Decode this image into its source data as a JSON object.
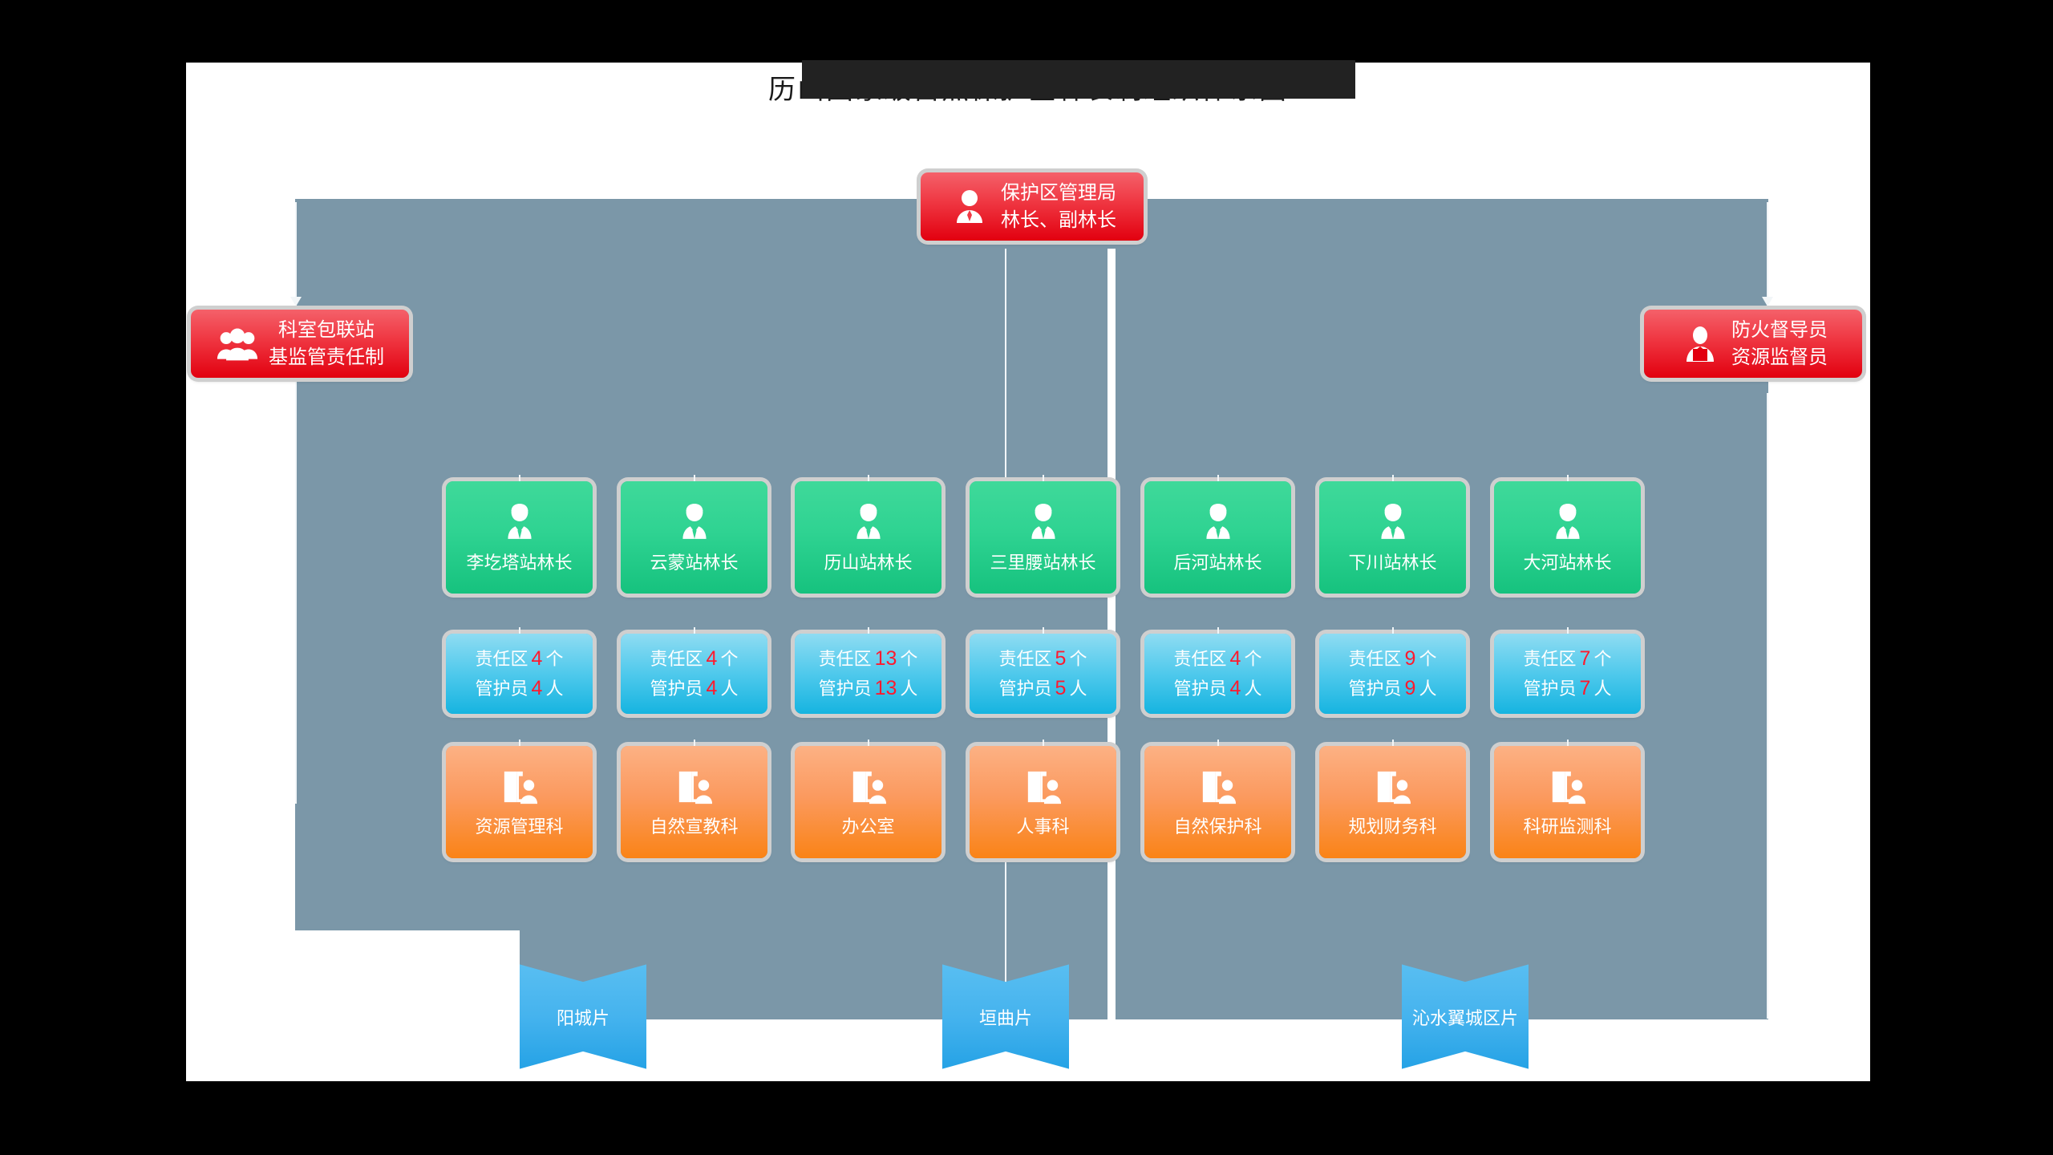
{
  "page": {
    "title": "历山国家级自然保护区林长制组织体系图",
    "title_redacted": true
  },
  "root_node": {
    "name": "root-node",
    "icon": "person-tie-icon",
    "line1": "保护区管理局",
    "line2": "林长、副林长",
    "color": "#e2000f"
  },
  "side_nodes": [
    {
      "name": "office-station-liaison-node",
      "icon": "people-group-icon",
      "line1": "科室包联站",
      "line2": "基监管责任制",
      "color": "#e2000f"
    },
    {
      "name": "supervisor-node",
      "icon": "person-badge-icon",
      "line1": "防火督导员",
      "line2": "资源监督员",
      "color": "#e2000f"
    }
  ],
  "station_chiefs": {
    "row_name": "station-chief-row",
    "icon": "person-tie-icon",
    "color": "#16c27e",
    "items": [
      {
        "label": "李圪塔站林长"
      },
      {
        "label": "云蒙站林长"
      },
      {
        "label": "历山站林长"
      },
      {
        "label": "三里腰站林长"
      },
      {
        "label": "后河站林长"
      },
      {
        "label": "下川站林长"
      },
      {
        "label": "大河站林长"
      }
    ]
  },
  "responsibility_stats": {
    "row_name": "responsibility-stat-row",
    "color": "#16b4e0",
    "number_color": "#ff1a2e",
    "area_prefix": "责任区",
    "area_suffix": "个",
    "ranger_prefix": "管护员",
    "ranger_suffix": "人",
    "items": [
      {
        "areas": "4",
        "rangers": "4"
      },
      {
        "areas": "4",
        "rangers": "4"
      },
      {
        "areas": "13",
        "rangers": "13"
      },
      {
        "areas": "5",
        "rangers": "5"
      },
      {
        "areas": "4",
        "rangers": "4"
      },
      {
        "areas": "9",
        "rangers": "9"
      },
      {
        "areas": "7",
        "rangers": "7"
      }
    ]
  },
  "departments": {
    "row_name": "department-row",
    "icon": "door-person-icon",
    "color": "#fa8316",
    "items": [
      {
        "label": "资源管理科"
      },
      {
        "label": "自然宣教科"
      },
      {
        "label": "办公室"
      },
      {
        "label": "人事科"
      },
      {
        "label": "自然保护科"
      },
      {
        "label": "规划财务科"
      },
      {
        "label": "科研监测科"
      }
    ]
  },
  "districts": {
    "row_name": "district-banner-row",
    "color": "#1f9fe4",
    "items": [
      {
        "label": "阳城片"
      },
      {
        "label": "垣曲片"
      },
      {
        "label": "沁水翼城区片"
      }
    ]
  }
}
